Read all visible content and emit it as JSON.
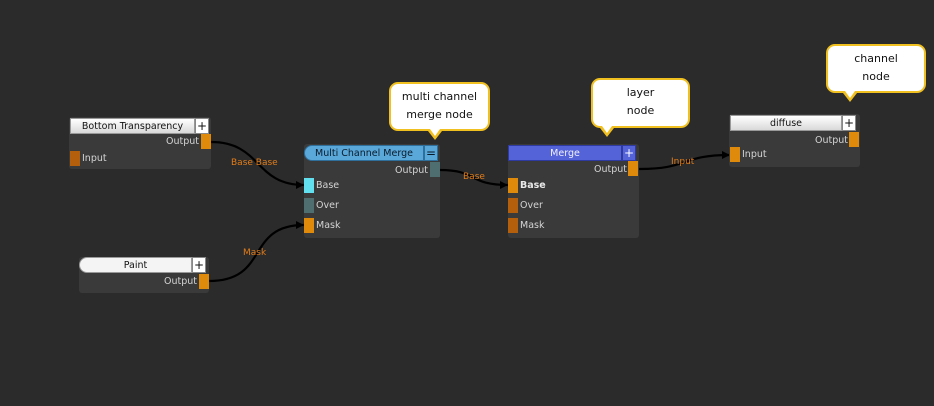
{
  "nodes": {
    "bottom_transparency": {
      "title": "Bottom Transparency",
      "button": "+",
      "output_label": "Output",
      "input_label": "Input"
    },
    "paint": {
      "title": "Paint",
      "button": "+",
      "output_label": "Output"
    },
    "multi_channel_merge": {
      "title": "Multi Channel Merge",
      "button": "=",
      "output_label": "Output",
      "inputs": [
        "Base",
        "Over",
        "Mask"
      ]
    },
    "merge": {
      "title": "Merge",
      "button": "+",
      "output_label": "Output",
      "inputs": [
        "Base",
        "Over",
        "Mask"
      ]
    },
    "diffuse": {
      "title": "diffuse",
      "button": "+",
      "output_label": "Output",
      "input_label": "Input"
    }
  },
  "wires": [
    {
      "label": "Base Base"
    },
    {
      "label": "Mask"
    },
    {
      "label": "Base"
    },
    {
      "label": "Input"
    }
  ],
  "callouts": [
    {
      "lines": [
        "multi channel",
        "merge node"
      ]
    },
    {
      "lines": [
        "layer",
        "node"
      ]
    },
    {
      "lines": [
        "channel",
        "node"
      ]
    }
  ],
  "colors": {
    "background": "#2b2b2b",
    "wire": "#000000",
    "wire_label": "#e07c1a",
    "port_orange": "#e08a0c",
    "port_cyan": "#62e0f0",
    "header_cyan": "#5aa8da",
    "header_blue": "#5563d8",
    "callout_border": "#f0c020"
  }
}
